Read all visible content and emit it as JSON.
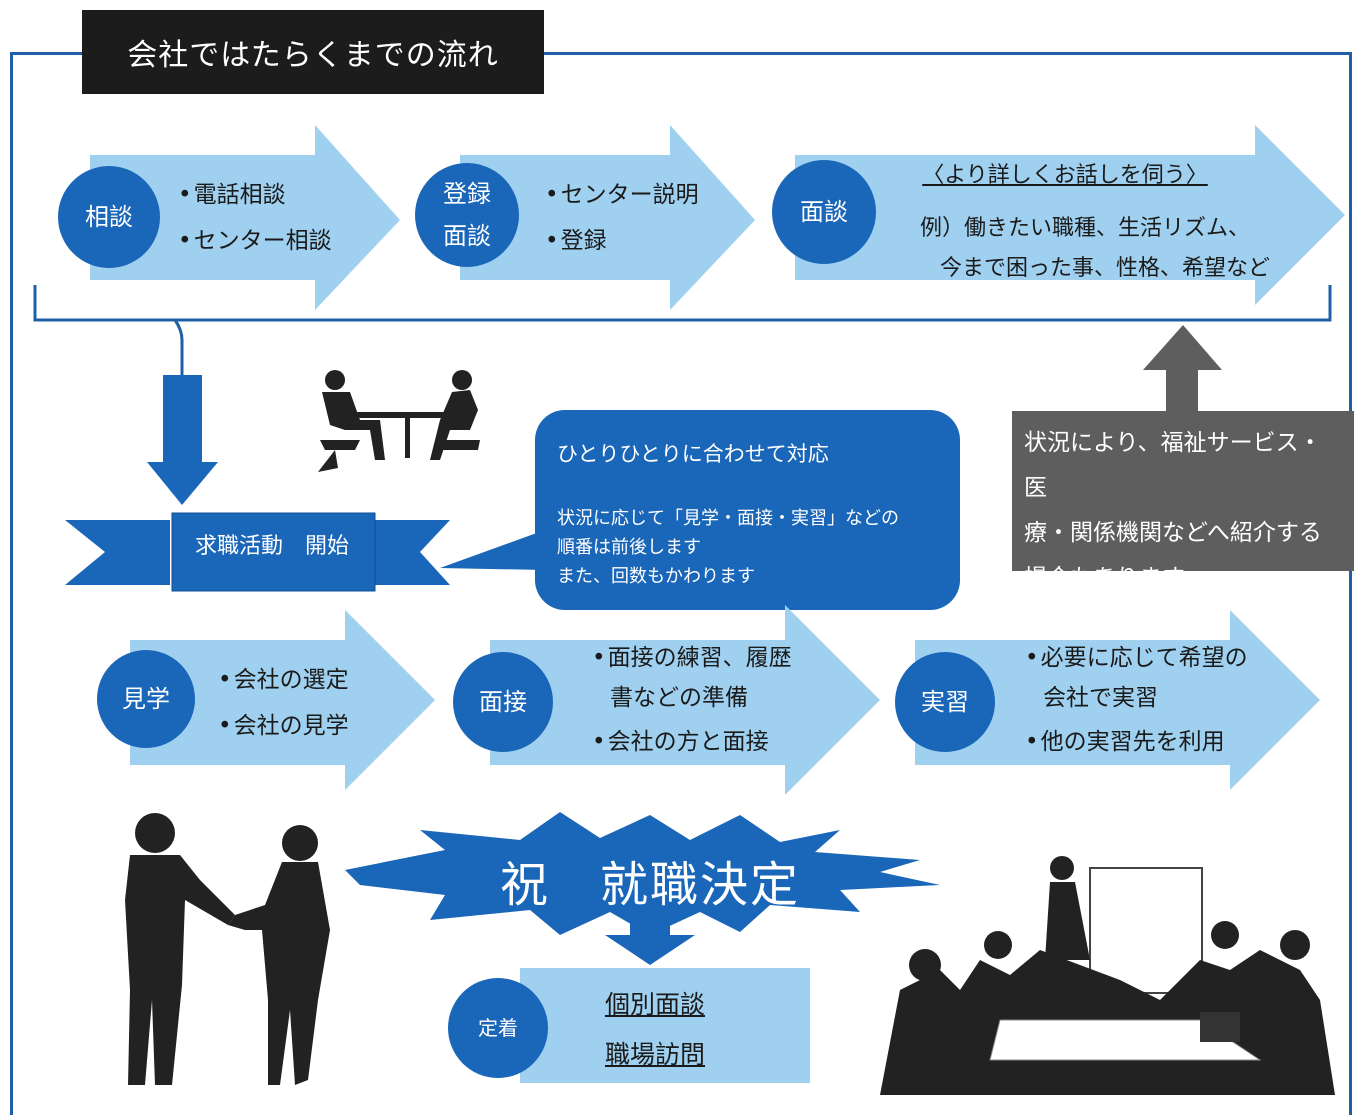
{
  "title": "会社ではたらくまでの流れ",
  "colors": {
    "primary_blue": "#1a66b8",
    "light_blue": "#9fd0f0",
    "frame_blue": "#1f5fa8",
    "gray_box": "#5e5e5e",
    "title_bg": "#1c1c1c"
  },
  "row1": {
    "step1": {
      "circle": "相談",
      "bullets": [
        "電話相談",
        "センター相談"
      ]
    },
    "step2": {
      "circle_line1": "登録",
      "circle_line2": "面談",
      "bullets": [
        "センター説明",
        "登録"
      ]
    },
    "step3": {
      "circle": "面談",
      "heading": "〈より詳しくお話しを伺う〉",
      "line1": "例）働きたい職種、生活リズム、",
      "line2": "今まで困った事、性格、希望など"
    }
  },
  "bubble": {
    "heading": "ひとりひとりに合わせて対応",
    "line1": "状況に応じて「見学・面接・実習」などの",
    "line2": "順番は前後します",
    "line3": "また、回数もかわります"
  },
  "banner": "求職活動　開始",
  "referral": {
    "line1": "状況により、福祉サービス・医",
    "line2": "療・関係機関などへ紹介する",
    "line3": "場合もあります。"
  },
  "row2": {
    "step1": {
      "circle": "見学",
      "bullets": [
        "会社の選定",
        "会社の見学"
      ]
    },
    "step2": {
      "circle": "面接",
      "bullet1_line1": "面接の練習、履歴",
      "bullet1_line2": "書などの準備",
      "bullet2": "会社の方と面接"
    },
    "step3": {
      "circle": "実習",
      "bullet1_line1": "必要に応じて希望の",
      "bullet1_line2": "会社で実習",
      "bullet2": "他の実習先を利用"
    }
  },
  "celebration": "祝　就職決定",
  "settle": {
    "circle": "定着",
    "items": [
      "個別面談",
      "職場訪問"
    ]
  },
  "icons": [
    "meeting-silhouette-icon",
    "handshake-silhouette-icon",
    "presentation-silhouette-icon"
  ]
}
